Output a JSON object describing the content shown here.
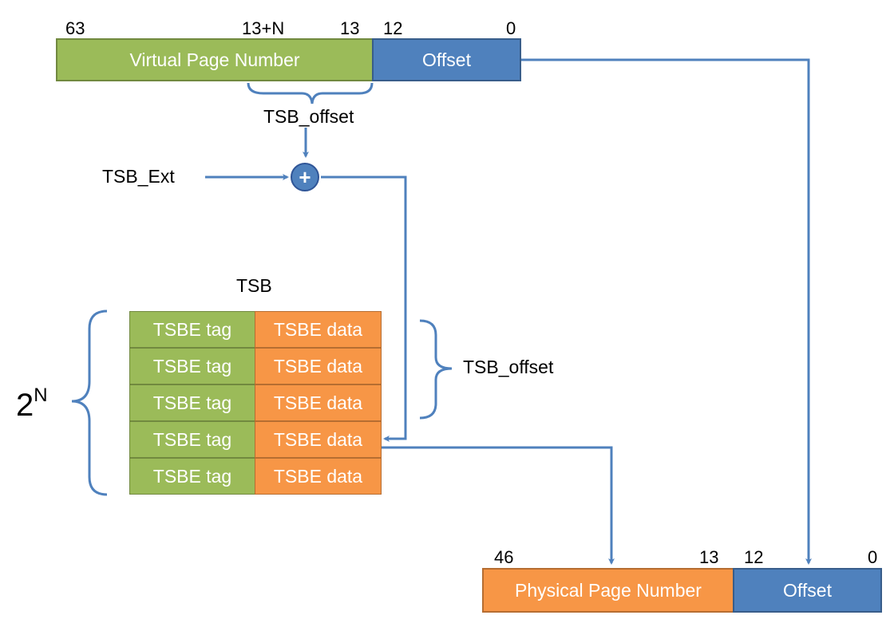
{
  "virtual_address": {
    "bits": {
      "b63": "63",
      "b13n": "13+N",
      "b13": "13",
      "b12": "12",
      "b0": "0"
    },
    "vpn_label": "Virtual Page Number",
    "offset_label": "Offset",
    "tsb_offset_label": "TSB_offset"
  },
  "adder": {
    "ext_label": "TSB_Ext",
    "symbol": "+"
  },
  "tsb": {
    "title": "TSB",
    "rows": [
      {
        "tag": "TSBE tag",
        "data": "TSBE data"
      },
      {
        "tag": "TSBE tag",
        "data": "TSBE data"
      },
      {
        "tag": "TSBE tag",
        "data": "TSBE data"
      },
      {
        "tag": "TSBE tag",
        "data": "TSBE data"
      },
      {
        "tag": "TSBE tag",
        "data": "TSBE data"
      }
    ],
    "size_base": "2",
    "size_exp": "N",
    "offset_label": "TSB_offset"
  },
  "physical_address": {
    "bits": {
      "b46": "46",
      "b13": "13",
      "b12": "12",
      "b0": "0"
    },
    "ppn_label": "Physical Page Number",
    "offset_label": "Offset"
  },
  "colors": {
    "green": "#9bbb59",
    "blue": "#4f81bd",
    "orange": "#f79646",
    "line": "#4f81bd"
  }
}
